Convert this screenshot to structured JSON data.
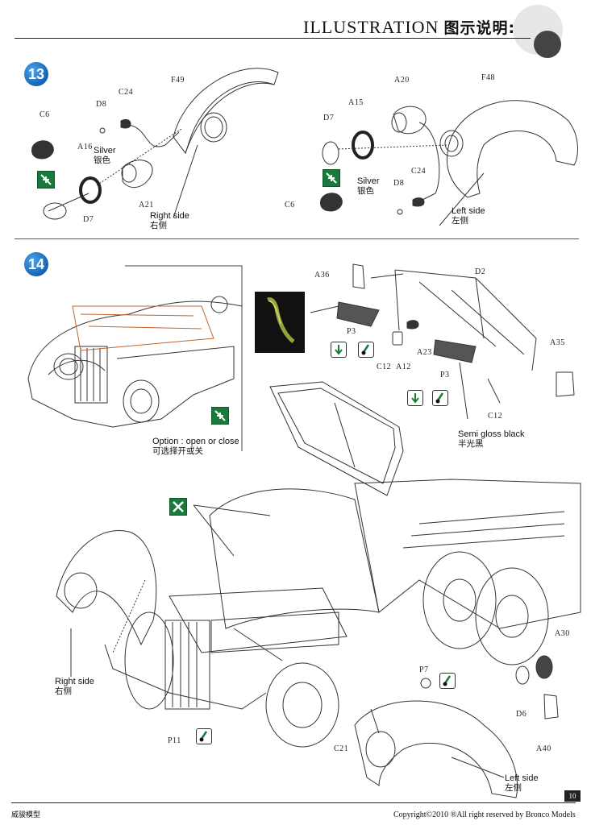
{
  "header": {
    "title_en": "ILLUSTRATION",
    "title_cn": "图示说明:"
  },
  "steps": [
    {
      "number": "13"
    },
    {
      "number": "14"
    }
  ],
  "step13": {
    "parts": {
      "c6": "C6",
      "d8": "D8",
      "c24": "C24",
      "f49": "F49",
      "a16": "A16",
      "a21": "A21",
      "d7": "D7",
      "a20": "A20",
      "f48": "F48",
      "a15": "A15"
    },
    "silver_en": "Silver",
    "silver_cn": "银色",
    "right_side_en": "Right side",
    "right_side_cn": "右侧",
    "left_side_en": "Left side",
    "left_side_cn": "左侧"
  },
  "step14": {
    "parts": {
      "a36": "A36",
      "d2": "D2",
      "p3": "P3",
      "a23": "A23",
      "c12": "C12",
      "a12": "A12",
      "a35": "A35",
      "a30": "A30",
      "p7": "P7",
      "d6": "D6",
      "a40": "A40",
      "p11": "P11",
      "c21": "C21"
    },
    "semi_gloss_en": "Semi gloss black",
    "semi_gloss_cn": "半光黑",
    "option_en": "Option : open or close",
    "option_cn": "可选择开或关",
    "right_side_en": "Right side",
    "right_side_cn": "右侧",
    "left_side_en": "Left side",
    "left_side_cn": "左侧"
  },
  "footer": {
    "page": "10",
    "brand_cn": "威骏模型",
    "copyright": "Copyright©2010  ®All right reserved by Bronco Models"
  },
  "icons": [
    "glue-attach-icon",
    "remove-part-icon",
    "press-down-icon",
    "paint-brush-icon"
  ],
  "colors": {
    "badge_blue": "#1464b4",
    "icon_green": "#1a7a3c",
    "clear_part_orange": "#c0642d"
  }
}
